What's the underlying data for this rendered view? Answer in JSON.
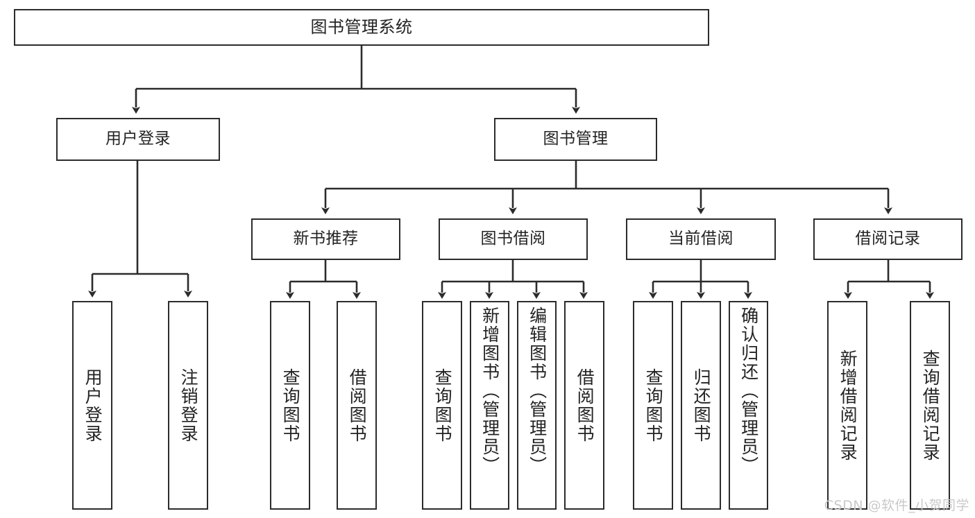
{
  "diagram": {
    "title": "图书管理系统",
    "type": "tree-hierarchy-chart",
    "stroke_color": "#2b2b2b",
    "text_color": "#232323",
    "background_color": "#ffffff"
  },
  "root": {
    "label": "图书管理系统"
  },
  "level2": [
    {
      "id": "user-login",
      "label": "用户登录"
    },
    {
      "id": "book-manage",
      "label": "图书管理"
    }
  ],
  "level3": [
    {
      "id": "new-book-recommend",
      "label": "新书推荐"
    },
    {
      "id": "book-borrow",
      "label": "图书借阅"
    },
    {
      "id": "current-borrow",
      "label": "当前借阅"
    },
    {
      "id": "borrow-record",
      "label": "借阅记录"
    }
  ],
  "leaves": {
    "user_login": [
      {
        "id": "leaf-user-login",
        "label": "用户登录"
      },
      {
        "id": "leaf-logout-login",
        "label": "注销登录"
      }
    ],
    "new_book_recommend": [
      {
        "id": "leaf-query-book-1",
        "label": "查询图书"
      },
      {
        "id": "leaf-borrow-book-1",
        "label": "借阅图书"
      }
    ],
    "book_borrow": [
      {
        "id": "leaf-query-book-2",
        "label": "查询图书"
      },
      {
        "id": "leaf-add-book-admin",
        "label": "新增图书（管理员）"
      },
      {
        "id": "leaf-edit-book-admin",
        "label": "编辑图书（管理员）"
      },
      {
        "id": "leaf-borrow-book-2",
        "label": "借阅图书"
      }
    ],
    "current_borrow": [
      {
        "id": "leaf-query-book-3",
        "label": "查询图书"
      },
      {
        "id": "leaf-return-book",
        "label": "归还图书"
      },
      {
        "id": "leaf-confirm-return-admin",
        "label": "确认归还（管理员）"
      }
    ],
    "borrow_record": [
      {
        "id": "leaf-add-borrow-record",
        "label": "新增借阅记录"
      },
      {
        "id": "leaf-query-borrow-record",
        "label": "查询借阅记录"
      }
    ]
  },
  "watermark": {
    "text": "CSDN @软件_小贺同学"
  }
}
